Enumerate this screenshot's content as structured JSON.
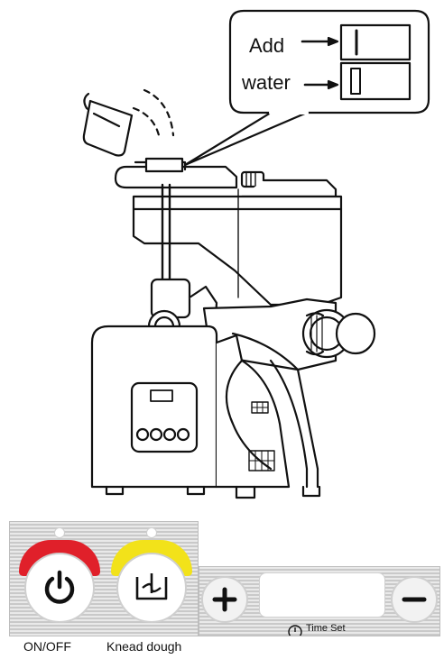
{
  "callout": {
    "line1": "Add",
    "line2": "water"
  },
  "controls": {
    "power_label": "ON/OFF",
    "knead_label": "Knead dough",
    "time_set_label": "Time Set",
    "power_cap_color": "#e0202a",
    "knead_cap_color": "#f2e21a"
  },
  "icons": {
    "power": "power-icon",
    "knead": "knead-dough-icon",
    "plus": "plus-icon",
    "minus": "minus-icon",
    "clock": "clock-icon"
  }
}
